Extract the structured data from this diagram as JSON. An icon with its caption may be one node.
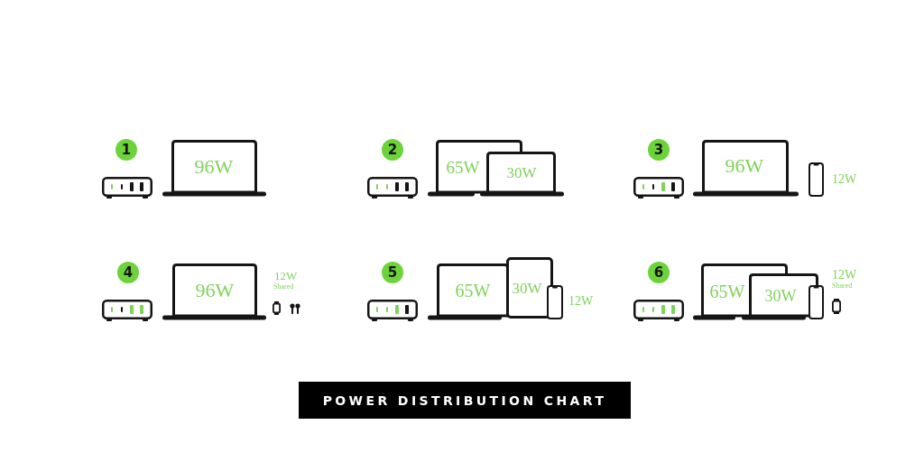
{
  "diagram": {
    "title": "POWER DISTRIBUTION CHART",
    "nodes": [
      {
        "text": [
          "1"
        ]
      },
      {
        "text": [
          "96W"
        ]
      },
      {
        "text": [
          "2"
        ]
      },
      {
        "text": [
          "65W"
        ]
      },
      {
        "text": [
          "30W"
        ]
      },
      {
        "text": [
          "3"
        ]
      },
      {
        "text": [
          "96W"
        ]
      },
      {
        "text": [
          "4"
        ]
      },
      {
        "text": [
          "96W"
        ]
      },
      {
        "text": [
          "5"
        ]
      },
      {
        "text": [
          "65W"
        ]
      },
      {
        "text": [
          "30W"
        ]
      },
      {
        "text": [
          "6"
        ]
      },
      {
        "text": [
          "65W"
        ]
      },
      {
        "text": [
          "30W"
        ]
      }
    ],
    "labels": [
      "12W",
      "12W",
      "Shared",
      "12W",
      "12W",
      "Shared"
    ]
  }
}
